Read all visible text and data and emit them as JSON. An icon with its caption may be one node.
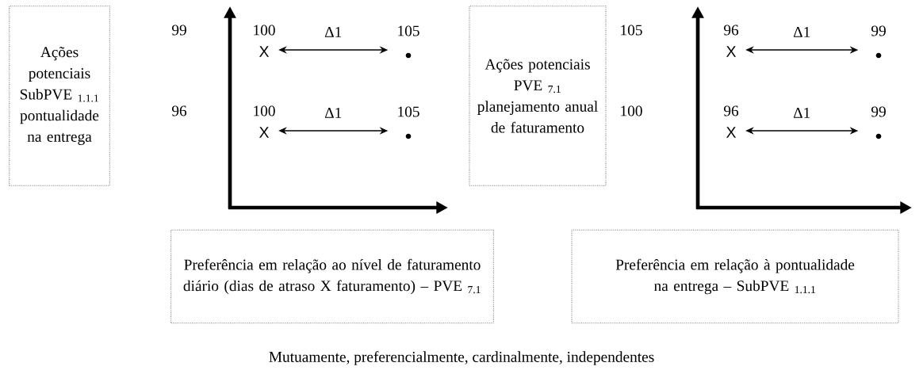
{
  "diagram": {
    "caption": "Mutuamente, preferencialmente, cardinalmente, independentes",
    "nodes": [
      {
        "text": [
          "Ações potenciais SubPVE $_{1.1.1}$ pontualidade na entrega"
        ]
      },
      {
        "text": [
          "X"
        ],
        "beside": [
          "100"
        ]
      },
      {
        "text": [],
        "shape": "circle",
        "beside": [
          "105"
        ]
      },
      {
        "text": [
          "X"
        ],
        "beside": [
          "100"
        ]
      },
      {
        "text": [],
        "shape": "circle",
        "beside": [
          "105"
        ]
      },
      {
        "text": [
          "Ações potenciais PVE $_{7.1}$ planejamento anual de faturamento"
        ]
      },
      {
        "text": [
          "X"
        ],
        "beside": [
          "96"
        ]
      },
      {
        "text": [],
        "shape": "circle",
        "beside": [
          "99"
        ]
      },
      {
        "text": [
          "X"
        ],
        "beside": [
          "96"
        ]
      },
      {
        "text": [],
        "shape": "circle",
        "beside": [
          "99"
        ]
      },
      {
        "text": [
          "Preferência em relação ao nível de faturamento diário (dias de atraso X faturamento) – PVE $_{7.1}$"
        ]
      },
      {
        "text": [
          "Preferência em relação à pontualidade na entrega – SubPVE $_{1.1.1}$"
        ]
      }
    ],
    "edges": [
      {
        "from": 1,
        "to": 2,
        "arrow": "both",
        "label": "Δ1"
      },
      {
        "from": 3,
        "to": 4,
        "arrow": "both",
        "label": "Δ1"
      },
      {
        "from": 6,
        "to": 7,
        "arrow": "both",
        "label": "Δ1"
      },
      {
        "from": 8,
        "to": 9,
        "arrow": "both",
        "label": "Δ1"
      }
    ],
    "labels": [
      "99",
      "96",
      "105",
      "100"
    ]
  }
}
